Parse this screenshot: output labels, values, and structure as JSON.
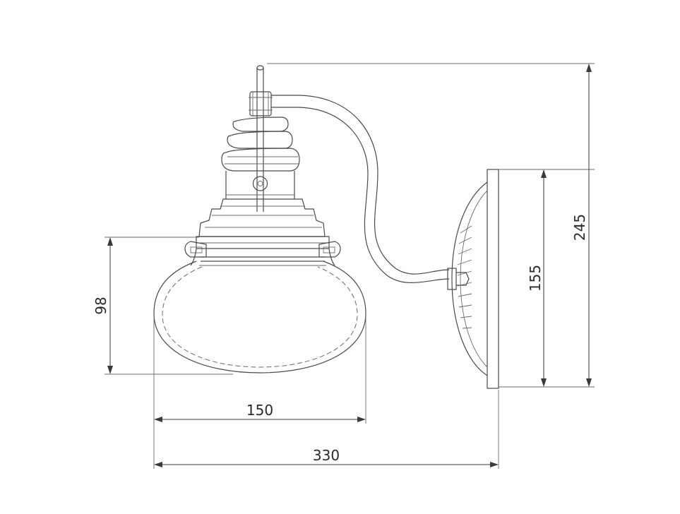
{
  "dimensions": {
    "shade_height": "98",
    "shade_width": "150",
    "overall_width": "330",
    "overall_height": "245",
    "base_height": "155"
  },
  "colors": {
    "line": "#4a4a4a",
    "dimension": "#3a3a3a",
    "background": "#ffffff"
  }
}
